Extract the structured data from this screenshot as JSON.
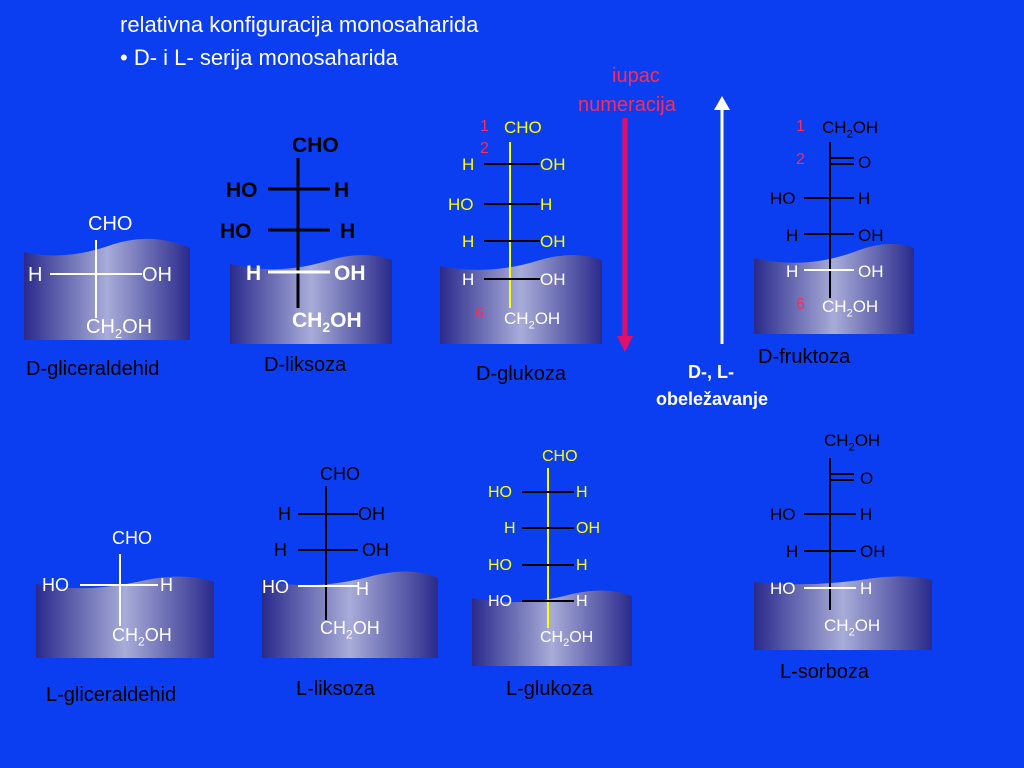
{
  "title": {
    "line1": "relativna konfiguracija monosaharida",
    "line2": "• D- i L- serija monosaharida"
  },
  "iupac_label": {
    "line1": "iupac",
    "line2": "numeracija"
  },
  "dl_label": {
    "line1": "D-, L-",
    "line2": "obeležavanje"
  },
  "sub2": "2",
  "structures": {
    "d_glyceraldehyde": {
      "top": "CHO",
      "r1_left": "H",
      "r1_right": "OH",
      "bottom": "CH",
      "bottom_tail": "OH",
      "name": "D-gliceraldehid"
    },
    "d_lyxose": {
      "top": "CHO",
      "r1_left": "HO",
      "r1_right": "H",
      "r2_left": "HO",
      "r2_right": "H",
      "r3_left": "H",
      "r3_right": "OH",
      "bottom": "CH",
      "bottom_tail": "OH",
      "name": "D-liksoza"
    },
    "d_glucose": {
      "top": "CHO",
      "r1_left": "H",
      "r1_right": "OH",
      "r2_left": "HO",
      "r2_right": "H",
      "r3_left": "H",
      "r3_right": "OH",
      "r4_left": "H",
      "r4_right": "OH",
      "bottom": "CH",
      "bottom_tail": "OH",
      "num1": "1",
      "num2": "2",
      "num6": "6",
      "name": "D-glukoza"
    },
    "d_fructose": {
      "top": "CH",
      "top_tail": "OH",
      "r1_right": "O",
      "r2_left": "HO",
      "r2_right": "H",
      "r3_left": "H",
      "r3_right": "OH",
      "r4_left": "H",
      "r4_right": "OH",
      "bottom": "CH",
      "bottom_tail": "OH",
      "num1": "1",
      "num2": "2",
      "num6": "6",
      "name": "D-fruktoza"
    },
    "l_glyceraldehyde": {
      "top": "CHO",
      "r1_left": "HO",
      "r1_right": "H",
      "bottom": "CH",
      "bottom_tail": "OH",
      "name": "L-gliceraldehid"
    },
    "l_lyxose": {
      "top": "CHO",
      "r1_left": "H",
      "r1_right": "OH",
      "r2_left": "H",
      "r2_right": "OH",
      "r3_left": "HO",
      "r3_right": "H",
      "bottom": "CH",
      "bottom_tail": "OH",
      "name": "L-liksoza"
    },
    "l_glucose": {
      "top": "CHO",
      "r1_left": "HO",
      "r1_right": "H",
      "r2_left": "H",
      "r2_right": "OH",
      "r3_left": "HO",
      "r3_right": "H",
      "r4_left": "HO",
      "r4_right": "H",
      "bottom": "CH",
      "bottom_tail": "OH",
      "name": "L-glukoza"
    },
    "l_sorbose": {
      "top": "CH",
      "top_tail": "OH",
      "r1_right": "O",
      "r2_left": "HO",
      "r2_right": "H",
      "r3_left": "H",
      "r3_right": "OH",
      "r4_left": "HO",
      "r4_right": "H",
      "bottom": "CH",
      "bottom_tail": "OH",
      "name": "L-sorboza"
    }
  },
  "colors": {
    "background": "#0a3ef0",
    "blob_dark": "#2a2a8c",
    "blob_light": "#a8acd8",
    "highlight_chain": "#ffff00",
    "iupac_arrow": "#e0106a",
    "dl_arrow": "#ffffff"
  }
}
